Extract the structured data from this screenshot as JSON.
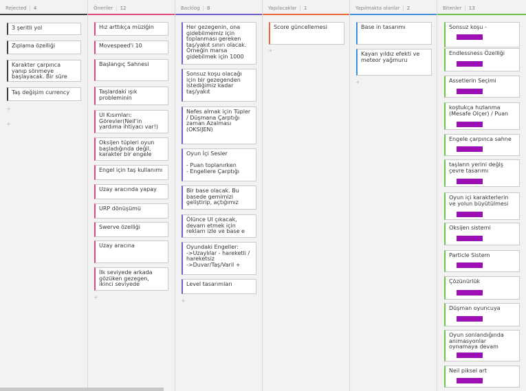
{
  "columns": [
    {
      "title": "Rejected",
      "count": "4",
      "color": "#3a3a3a",
      "cards": [
        "3 şeritli yol",
        "Zıplama özelliği",
        "Karakter çarpınca yanıp sönmeye başlayacak. Bir süre",
        "Taş değişim currency"
      ]
    },
    {
      "title": "Öneriler",
      "count": "12",
      "color": "#e0457b",
      "cards": [
        "Hız arttıkça müziğin",
        "Movespeed'i 10",
        "Başlangıç Sahnesi",
        "Taşlardaki ışık probleminin",
        "UI Kısımları: Görevler(Neil'in yardıma ihtiyacı var!)",
        "Oksijen tüpleri oyun başladığında değil, karakter bir engele",
        "Engel için taş kullanımı",
        "Uzay aracında yapay",
        "URP dönüşümü",
        "Swerve özelliği",
        "Uzay aracına",
        "İlk seviyede arkada gözüken gezegen, ikinci seviyede"
      ]
    },
    {
      "title": "Backlog",
      "count": "8",
      "color": "#6b5fc7",
      "cards": [
        "Her gezegenin, ona gidebilmemiz için toplanması gereken taş/yakıt sınırı olacak. Örneğin marsa gidebilmek için 1000",
        "Sonsuz koşu olacağı için bir gezegenden istediğimiz kadar taş/yakıt",
        "Nefes almak için Tüpler / Düşmana Çarptığı zaman Azalması (OKSIJEN)",
        "Oyun İçi Sesler\n\n- Puan toplanırken\n- Engellere Çarptığı",
        "Bir base olacak. Bu basede gemimizi geliştirip, açtığımız",
        "Ölünce UI çıkacak, devam etmek için reklam izle ve base e",
        "Oyundaki Engeller:\n->Uzaylılar - hareketli / hareketsiz\n->Duvar/Taş/Varil +",
        "Level tasarımları"
      ]
    },
    {
      "title": "Yapılacaklar",
      "count": "1",
      "color": "#e8683a",
      "cards": [
        "Score güncellemesi"
      ]
    },
    {
      "title": "Yapılmakta olanlar",
      "count": "2",
      "color": "#3f8fd8",
      "cards": [
        "Base in tasarımı",
        "Kayan yıldız efekti ve meteor yağmuru"
      ]
    },
    {
      "title": "Bitenler",
      "count": "13",
      "color": "#6cc24a",
      "tag_color": "#9b0fb5",
      "cards": [
        "Sonsuz koşu -",
        "Endlessness Özelliği",
        "Assetlerin Seçimi",
        "koştukça hızlanma (Mesafe Olçer) / Puan",
        "Engele çarpınca sahne",
        "taşların yerini değiş çevre tasarımı",
        "Oyun içi karakterlerin ve yolun büyütülmesi",
        "Oksijen sistemi",
        "Particle Sistem",
        "Çözünürlük",
        "Düşman oyuncuya",
        "Oyun sonlandığında animasyonlar oynamaya devam",
        "Neil piksel art"
      ]
    }
  ],
  "add_symbol": "+"
}
